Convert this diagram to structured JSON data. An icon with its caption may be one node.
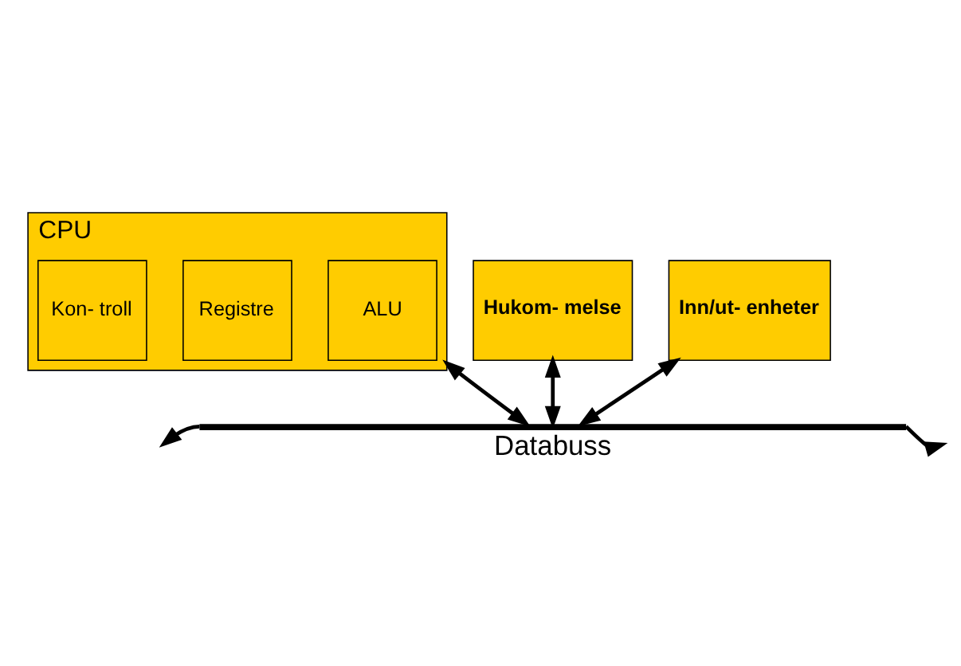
{
  "diagram": {
    "nodes": [
      {
        "text": [
          "CPU"
        ]
      },
      {
        "text": [
          "ALU"
        ],
        "in": 0
      },
      {
        "text": [
          "Registre"
        ],
        "in": 0
      },
      {
        "text": [
          "Kon- troll"
        ],
        "in": 0
      },
      {
        "text": [
          "Hukom- melse"
        ]
      },
      {
        "text": [
          "Inn/ut- enheter"
        ]
      },
      {
        "text": [
          "Databuss"
        ]
      }
    ],
    "edges": [
      {
        "from": 0,
        "to": 6,
        "arrow": "both"
      },
      {
        "from": 4,
        "to": 6,
        "arrow": "both"
      },
      {
        "from": 5,
        "to": 6,
        "arrow": "both"
      },
      {
        "from": 6,
        "to": null,
        "arrow": "to"
      },
      {
        "from": 6,
        "to": null,
        "arrow": "to"
      }
    ]
  }
}
